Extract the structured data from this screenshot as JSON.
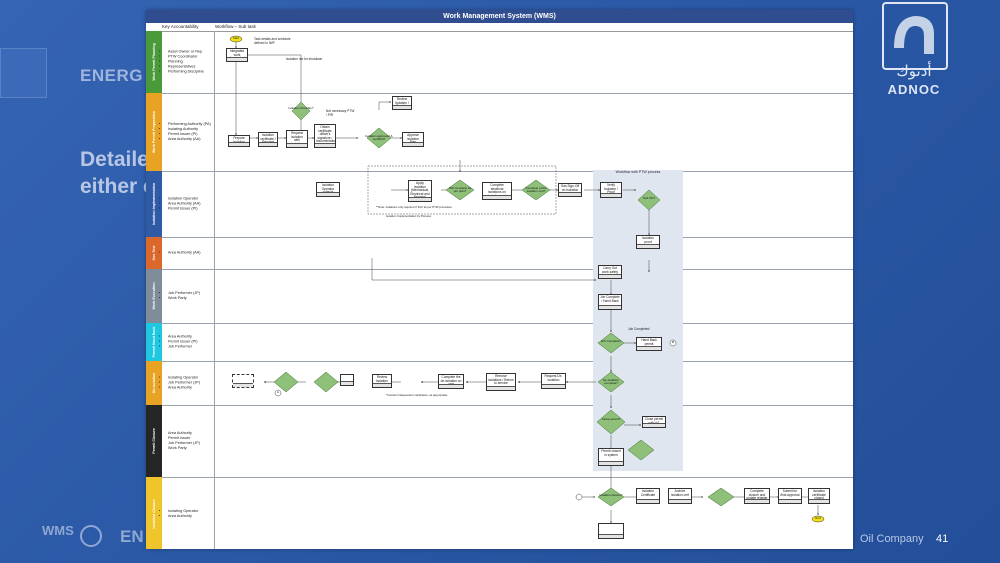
{
  "background": {
    "energy_text": "ENERG",
    "detail_line1": "Detaile",
    "detail_line2": "either e",
    "footer_company": "Oil Company",
    "page_number": "41",
    "wms_logo": "WMS",
    "en_text": "EN",
    "logo_word": "ADNOC",
    "logo_arabic": "أدنوك"
  },
  "sheet": {
    "title": "Work Management System (WMS)",
    "col_accountability": "Key Accountability",
    "col_workflow": "Workflow – Sub task"
  },
  "lanes": [
    {
      "label": "Work Permit Planning",
      "color": "#4a9a3a",
      "roles": [
        "Asset Owner or Rep",
        "PTW Coordinator",
        "Planning",
        "Representatives",
        "Performing Discipline"
      ]
    },
    {
      "label": "Work Permit Preparation",
      "color": "#e8a324",
      "roles": [
        "Performing Authority (PA)",
        "Isolating Authority",
        "Permit Issuer (PI)",
        "Area Authority (AA)"
      ]
    },
    {
      "label": "Isolation Implementation",
      "color": "#2e5aa6",
      "roles": [
        "Isolation Operator",
        "Area Authority (AA)",
        "Permit Issuer (PI)"
      ]
    },
    {
      "label": "Gas Test",
      "color": "#d9682a",
      "roles": [
        "Area Authority (AA)"
      ]
    },
    {
      "label": "Work Execution",
      "color": "#7f8c99",
      "roles": [
        "Job Performer (JP)",
        "Work Party"
      ]
    },
    {
      "label": "Permit Hand Back",
      "color": "#1fc7e0",
      "roles": [
        "Area Authority",
        "Permit Issuer (PI)",
        "Job Performer"
      ]
    },
    {
      "label": "De-isolation",
      "color": "#e8a324",
      "roles": [
        "Isolating Operator",
        "Job Performer (JP)",
        "Area Authority"
      ]
    },
    {
      "label": "Permit Closure",
      "color": "#262626",
      "roles": [
        "Area Authority",
        "Permit Issuer",
        "Job Performer (JP)",
        "Work Party"
      ]
    },
    {
      "label": "Isolation Closure",
      "color": "#f0c52b",
      "roles": [
        "Isolating Operator",
        "Area Authority"
      ]
    }
  ],
  "highlight_title": "Workflow with PTW process",
  "nodes": {
    "start": "Start",
    "end": "End",
    "n1": "Integrated work planning/schedule (IWP)",
    "n1_note": "Task details and schedule defined in IWP",
    "n1_note2": "Isolation not for shutdown",
    "n2": "Prepare isolation",
    "n3": "Isolation certificate / Request",
    "n4": "Request isolation with isolation Operator",
    "n5": "Obtain certificate officer's signature / documentation",
    "n6": "Review isolation / Register",
    "n7": "Approve isolation Plan",
    "n7_note": "Not necessary PTW / PIR",
    "d1": "Isolation Possible?",
    "d2": "Isolation approved & certified?",
    "n8": "Isolation Operator collects isolation plan",
    "n9": "Apply isolation (Mechanical, Electrical and Process)",
    "n9_note": "Isolation Implementation by Process",
    "n10": "Complete electrical isolations on isolation cert",
    "d3": "ISO complete as per plan?",
    "d4": "Complete of the isolation cert?",
    "n11": "Gas Sign-Off on Isolation",
    "n12": "Verify Isolation / Proof",
    "d5": "Test OK?",
    "n13": "Isolation proof",
    "n14": "Carry Out work safely",
    "n15": "Job Complete / Hand Back",
    "d6": "Job Complete?",
    "d6_note": "Job Completed",
    "n16": "Hand Back permit",
    "n17": "Request De-isolation",
    "n18": "Remove isolations / Return to service",
    "n19": "Complete the de-isolation on cert",
    "d7": "De-isolation complete?",
    "n20": "Review Isolation cert",
    "d8": "Close permit?",
    "n21": "Close permit with AA",
    "n22": "Permit closed in system",
    "n23": "Isolation Certificate",
    "d9": "Isolation closure?",
    "n24": "Archive isolation cert",
    "n25": "Complete closure and update register",
    "n26": "Submit for final approval",
    "n27": "Isolation certificate closed",
    "dc1": "A",
    "dc2": "B",
    "note_ptw": "**Note: Isolations only required if 'Full' as per PTW procedure",
    "note_ind": "*Conduct independent verification, as appropriate"
  }
}
